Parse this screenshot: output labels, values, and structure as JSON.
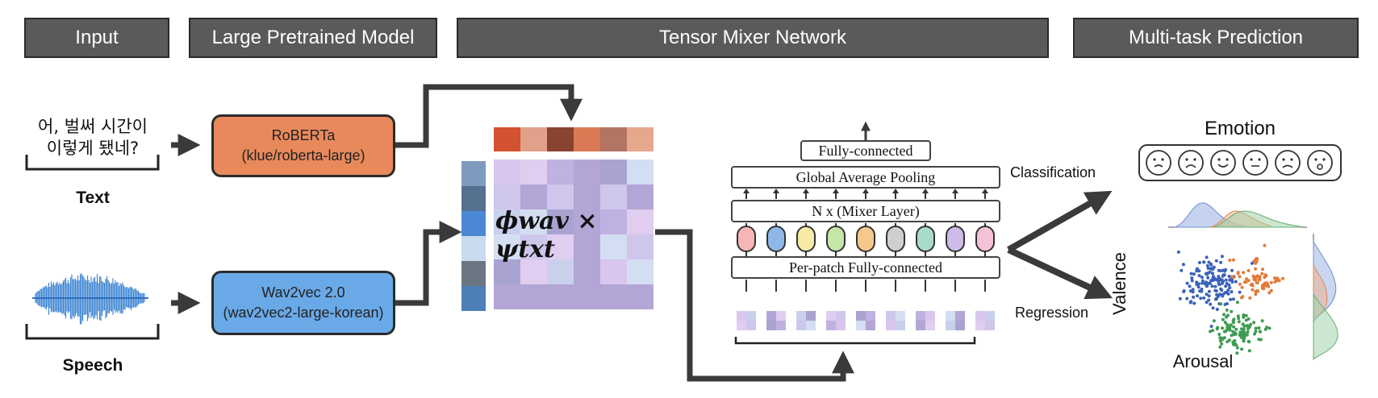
{
  "headers": {
    "input": "Input",
    "pretrained": "Large Pretrained Model",
    "mixer": "Tensor Mixer Network",
    "prediction": "Multi-task Prediction"
  },
  "inputs": {
    "text_line1": "어, 벌써 시간이",
    "text_line2": "이렇게 됐네?",
    "text_label": "Text",
    "speech_label": "Speech"
  },
  "models": {
    "roberta_name": "RoBERTa",
    "roberta_id": "(klue/roberta-large)",
    "wav2vec_name": "Wav2vec 2.0",
    "wav2vec_id": "(wav2vec2-large-korean)"
  },
  "tensor": {
    "formula": "ϕwav × ψtxt"
  },
  "mixer_network": {
    "fully_connected": "Fully-connected",
    "global_pooling": "Global Average Pooling",
    "mixer_layer": "N x (Mixer Layer)",
    "per_patch": "Per-patch Fully-connected"
  },
  "tasks": {
    "classification": "Classification",
    "regression": "Regression",
    "emotion": "Emotion",
    "valence": "Valence",
    "arousal": "Arousal"
  },
  "colors": {
    "header_bg": "#5a5a5a",
    "roberta": "#e8895c",
    "wav2vec": "#6aa9e8",
    "arrow": "#3a3a3a",
    "cluster_blue": "#3b62b8",
    "cluster_orange": "#e27a3a",
    "cluster_green": "#3e9b53"
  }
}
